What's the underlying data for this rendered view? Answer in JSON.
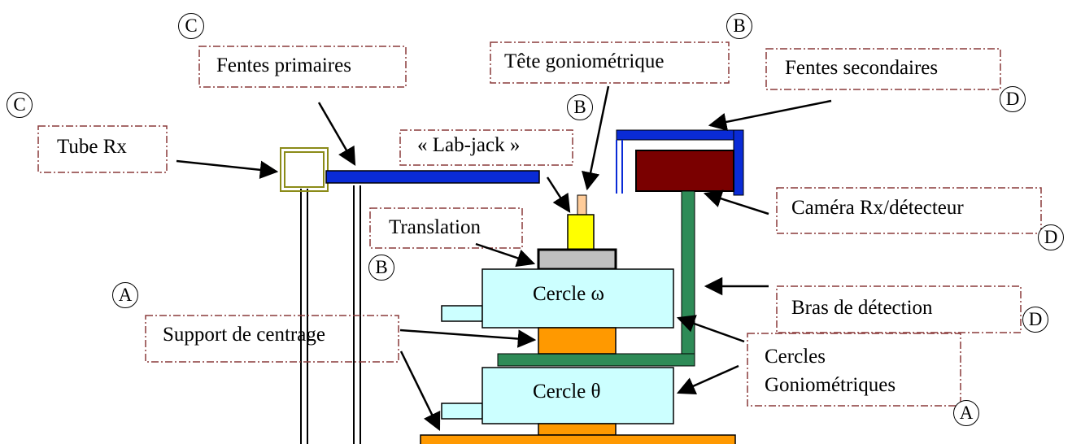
{
  "labels": {
    "fentes_primaires": "Fentes primaires",
    "tete_goniometrique": "Tête goniométrique",
    "fentes_secondaires": "Fentes secondaires",
    "tube_rx": "Tube Rx",
    "lab_jack": "« Lab-jack »",
    "camera": "Caméra Rx/détecteur",
    "translation": "Translation",
    "bras": "Bras de détection",
    "support": "Support de centrage",
    "cercle_omega": "Cercle ω",
    "cercle_theta": "Cercle θ",
    "cercles_line1": "Cercles",
    "cercles_line2": "Goniométriques"
  },
  "letters": {
    "c1": "C",
    "c2": "C",
    "b1": "B",
    "b2": "B",
    "b3": "B",
    "d1": "D",
    "d2": "D",
    "d3": "D",
    "a1": "A",
    "a2": "A"
  },
  "colors": {
    "box_border": "#8a3a3a",
    "blue_tube": "#0a2bd6",
    "tube_gold": "#8b8b18",
    "camera": "#7a0000",
    "arm_green": "#2e8b57",
    "circle_fill": "#ccffff",
    "orange": "#ff9900",
    "yellow": "#ffff00",
    "pin": "#ffcc99",
    "gray": "#c0c0c0"
  }
}
